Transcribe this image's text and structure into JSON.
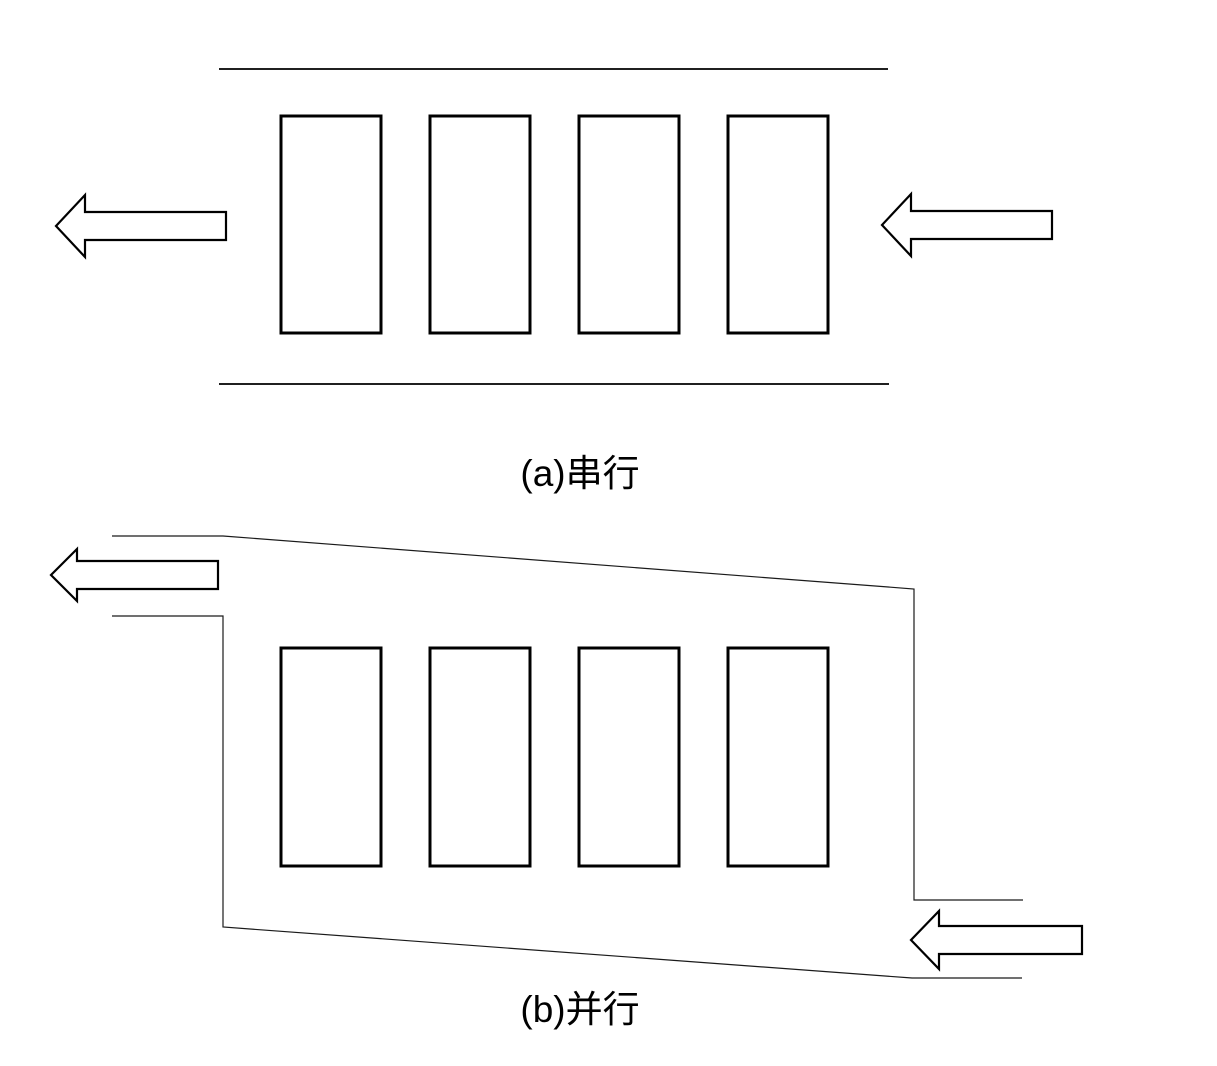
{
  "page": {
    "background_color": "#ffffff",
    "line_color": "#000000"
  },
  "figure": {
    "panel_a": {
      "label": "(a)串行",
      "plate_count": 4,
      "flow_direction": "right-to-left",
      "outflow_arrow_icon": "left-arrow-icon",
      "inflow_arrow_icon": "left-arrow-icon"
    },
    "panel_b": {
      "label": "(b)并行",
      "plate_count": 4,
      "flow_direction": "right-to-left",
      "outflow_arrow_icon": "left-arrow-icon",
      "inflow_arrow_icon": "left-arrow-icon"
    }
  }
}
